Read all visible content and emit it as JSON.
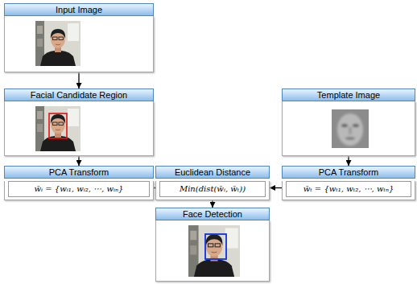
{
  "diagram": {
    "nodes": [
      {
        "text": [
          "Input Image"
        ]
      },
      {
        "text": [
          "Facial Candidate Region"
        ]
      },
      {
        "text": [
          "Template Image"
        ]
      },
      {
        "text": [
          "PCA Transform",
          "w̄ᵢ = {wᵢ₁, wᵢ₂, ⋯, wᵢₙ}"
        ]
      },
      {
        "text": [
          "Euclidean Distance",
          "Min(dist(w̄ᵢ, w̄ₜ))"
        ]
      },
      {
        "text": [
          "PCA Transform",
          "w̄ₜ = {wₜ₁, wₜ₂, ⋯, wₜₙ}"
        ]
      },
      {
        "text": [
          "Face Detection"
        ]
      }
    ],
    "edges": [
      {
        "from": 0,
        "to": 1,
        "arrow": "to"
      },
      {
        "from": 1,
        "to": 3,
        "arrow": "to"
      },
      {
        "from": 2,
        "to": 5,
        "arrow": "to"
      },
      {
        "from": 3,
        "to": 4,
        "arrow": "to"
      },
      {
        "from": 5,
        "to": 4,
        "arrow": "to"
      },
      {
        "from": 4,
        "to": 6,
        "arrow": "to"
      }
    ]
  }
}
